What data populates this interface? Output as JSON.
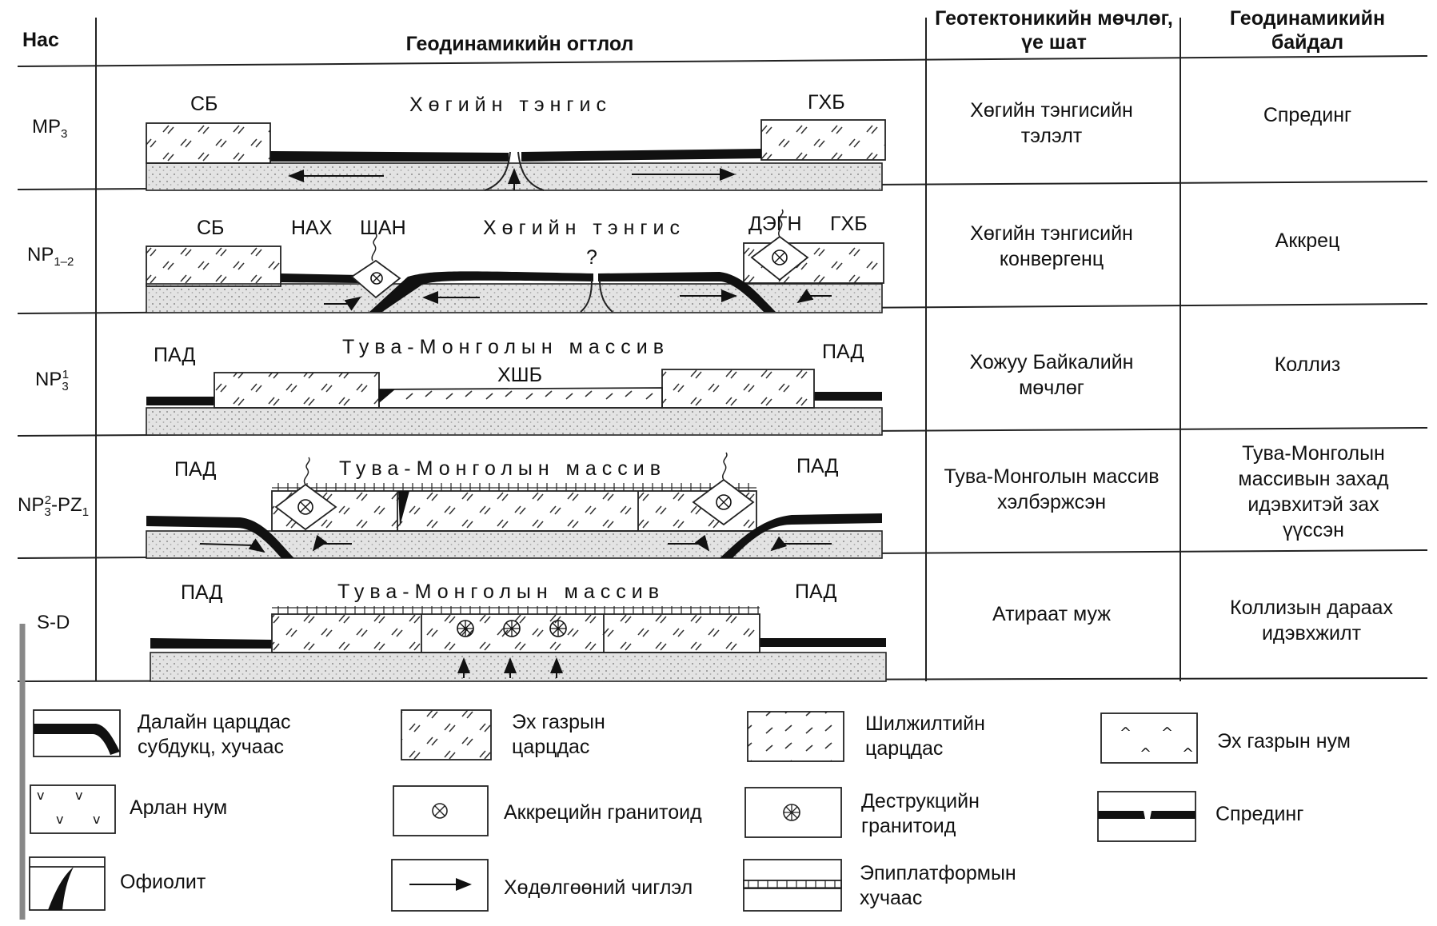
{
  "header": {
    "col_age": "Нас",
    "col_section": "Геодинамикийн огтлол",
    "col_stage": "Геотектоникийн мөчлөг, үе шат",
    "col_regime": "Геодинамикийн байдал"
  },
  "rows": [
    {
      "age_main": "MP",
      "age_sub": "3",
      "age_sup": "",
      "stage": "Хөгийн тэнгисийн тэлэлт",
      "regime": "Спрединг"
    },
    {
      "age_main": "NP",
      "age_sub": "1–2",
      "age_sup": "",
      "stage": "Хөгийн тэнгисийн конвергенц",
      "regime": "Аккрец"
    },
    {
      "age_main": "NP",
      "age_sub": "3",
      "age_sup": "1",
      "stage": "Хожуу Байкалийн мөчлөг",
      "regime": "Коллиз"
    },
    {
      "age_main": "NP",
      "age_sub": "3",
      "age_sup": "2",
      "age_tail": "-PZ",
      "age_tail_sub": "1",
      "stage": "Тува-Монголын массив хэлбэржсэн",
      "regime": "Тува-Монголын массивын захад идэвхитэй зах үүссэн"
    },
    {
      "age_main": "S-D",
      "age_sub": "",
      "age_sup": "",
      "stage": "Атираат муж",
      "regime": "Коллизын дараах идэвхжилт"
    }
  ],
  "section_labels": {
    "r1_left": "СБ",
    "r1_sea": "Хөгийн тэнгис",
    "r1_right": "ГХБ",
    "r2_left": "СБ",
    "r2_nah": "НАХ",
    "r2_shan": "ШАН",
    "r2_sea": "Хөгийн тэнгис",
    "r2_degn": "ДЭГН",
    "r2_right": "ГХБ",
    "r2_q": "?",
    "r3_left": "ПАД",
    "r3_massif": "Тува-Монголын массив",
    "r3_hshb": "ХШБ",
    "r3_right": "ПАД",
    "r4_left": "ПАД",
    "r4_massif": "Тува-Монголын массив",
    "r4_right": "ПАД",
    "r5_left": "ПАД",
    "r5_massif": "Тува-Монголын массив",
    "r5_right": "ПАД"
  },
  "legend": [
    {
      "icon": "oceanic-crust-icon",
      "text": "Далайн царцдас субдукц, хучаас"
    },
    {
      "icon": "continental-crust-icon",
      "text": "Эх газрын царцдас"
    },
    {
      "icon": "transitional-crust-icon",
      "text": "Шилжилтийн царцдас"
    },
    {
      "icon": "continental-arc-icon",
      "text": "Эх газрын нум"
    },
    {
      "icon": "island-arc-icon",
      "text": "Арлан нум"
    },
    {
      "icon": "accretion-granitoid-icon",
      "text": "Аккрецийн гранитоид"
    },
    {
      "icon": "destruction-granitoid-icon",
      "text": "Деструкцийн гранитоид"
    },
    {
      "icon": "spreading-icon",
      "text": "Спрединг"
    },
    {
      "icon": "ophiolite-icon",
      "text": "Офиолит"
    },
    {
      "icon": "movement-direction-icon",
      "text": "Хөдөлгөөний чиглэл"
    },
    {
      "icon": "epiplatform-cover-icon",
      "text": "Эпиплатформын хучаас"
    }
  ]
}
